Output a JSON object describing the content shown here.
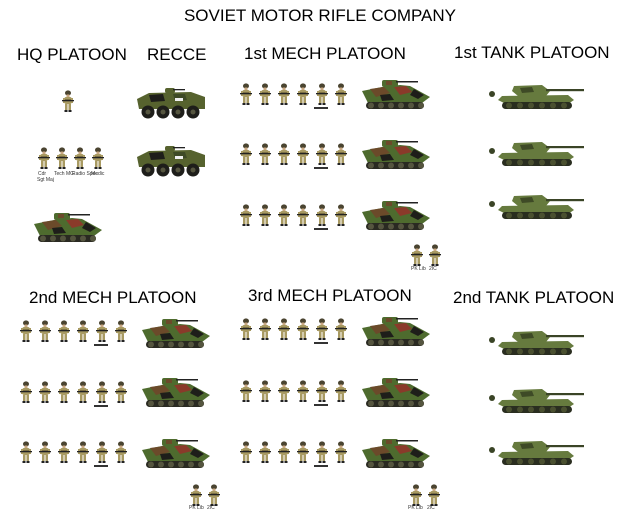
{
  "title": "SOVIET MOTOR RIFLE COMPANY",
  "headers": {
    "hq": "HQ PLATOON",
    "recce": "RECCE",
    "mech1": "1st MECH PLATOON",
    "tank1": "1st TANK PLATOON",
    "mech2": "2nd MECH PLATOON",
    "mech3": "3rd MECH PLATOON",
    "tank2": "2nd TANK PLATOON"
  },
  "hq_labels": {
    "cdr": "Cdr",
    "sgt": "Sgt Maj",
    "mg": "Tech MG",
    "radio": "Radio Spec",
    "medic": "Medic",
    "pk": "PK Lib",
    "ic2": "2IC"
  },
  "colors": {
    "soldier_uniform": "#a89a62",
    "soldier_dark": "#4a4430",
    "camo_green": "#4e6b2e",
    "camo_brown": "#6b4a2a",
    "camo_red": "#8a3a2a",
    "camo_black": "#1e1e1a",
    "tank_olive": "#667a3e",
    "tank_dark": "#3e4a26",
    "btr_green": "#56622e"
  }
}
